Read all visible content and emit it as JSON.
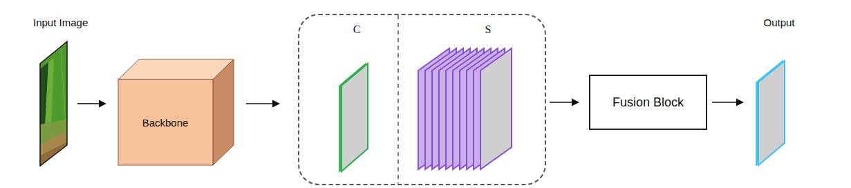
{
  "diagram": {
    "nodes": [
      {
        "text": [
          "Input Image"
        ]
      },
      {
        "text": [
          "Backbone"
        ]
      },
      {
        "text": []
      },
      {
        "text": [
          "C"
        ],
        "in": 2
      },
      {
        "text": [
          "S"
        ],
        "in": 2
      },
      {
        "text": [
          "Fusion Block"
        ]
      },
      {
        "text": [
          "Output"
        ]
      }
    ],
    "edges": [
      {
        "from": 0,
        "to": 1,
        "arrow": "to"
      },
      {
        "from": 1,
        "to": 2,
        "arrow": "to"
      },
      {
        "from": 2,
        "to": 5,
        "arrow": "to"
      },
      {
        "from": 5,
        "to": 6,
        "arrow": "to"
      }
    ]
  }
}
